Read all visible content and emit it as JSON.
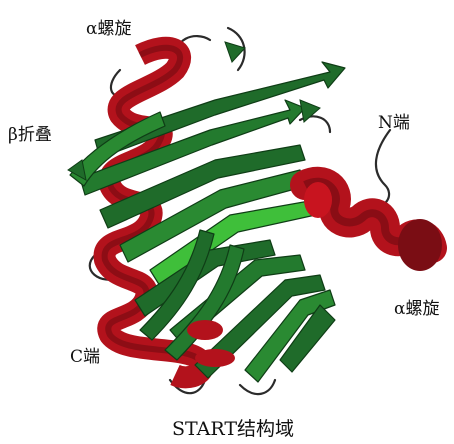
{
  "figure": {
    "labels": {
      "alpha_helix_top": "α螺旋",
      "beta_sheet": "β折叠",
      "n_terminus": "N端",
      "alpha_helix_right": "α螺旋",
      "c_terminus": "C端"
    },
    "caption": "START结构域",
    "colors": {
      "helix": "#b3121c",
      "helix_dark": "#6e0a10",
      "sheet": "#1f6b2a",
      "sheet_light": "#3fbf3a",
      "coil": "#2b2b2b"
    }
  }
}
